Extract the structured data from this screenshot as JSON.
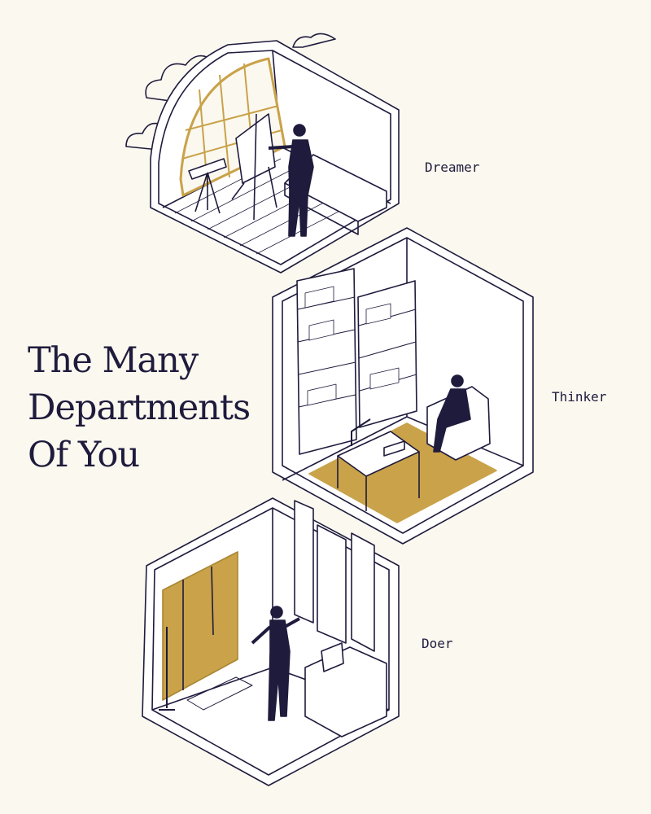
{
  "title": {
    "line1": "The Many",
    "line2": "Departments",
    "line3": "Of You"
  },
  "rooms": [
    {
      "label": "Dreamer"
    },
    {
      "label": "Thinker"
    },
    {
      "label": "Doer"
    }
  ],
  "colors": {
    "background": "#fbf8ef",
    "ink": "#1f1b3d",
    "gold": "#c9a24a",
    "white": "#ffffff"
  }
}
